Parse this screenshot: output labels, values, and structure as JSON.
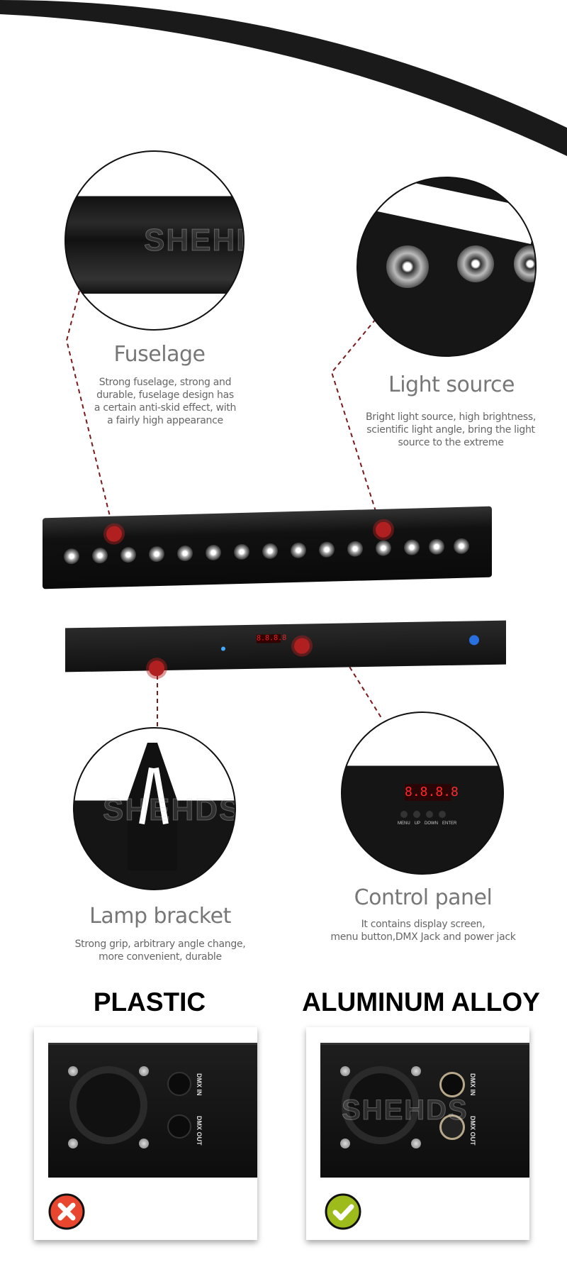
{
  "watermark": "SHEHDS",
  "features": [
    {
      "title": "Fuselage",
      "desc": [
        "Strong fuselage, strong and",
        "durable, fuselage design has",
        "a certain anti-skid effect, with",
        "a fairly high appearance"
      ]
    },
    {
      "title": "Light source",
      "desc": [
        "Bright light source, high brightness,",
        "scientific light angle, bring the light",
        "source to the extreme"
      ]
    },
    {
      "title": "Lamp bracket",
      "desc": [
        "Strong grip, arbitrary angle change,",
        "more convenient, durable"
      ]
    },
    {
      "title": "Control panel",
      "desc": [
        "It contains display screen,",
        "menu button,DMX Jack and power jack"
      ]
    }
  ],
  "control_panel": {
    "display": "8.8.8.8",
    "buttons": [
      "MENU",
      "UP",
      "DOWN",
      "ENTER"
    ]
  },
  "comparison": [
    {
      "heading": "PLASTIC",
      "labels": [
        "DMX IN",
        "DMX OUT"
      ],
      "verdict": "cross",
      "color": "#e8462e"
    },
    {
      "heading": "ALUMINUM ALLOY",
      "labels": [
        "DMX IN",
        "DMX OUT"
      ],
      "verdict": "check",
      "color": "#9dbb1a"
    }
  ],
  "colors": {
    "connector": "#7a1a1a"
  }
}
